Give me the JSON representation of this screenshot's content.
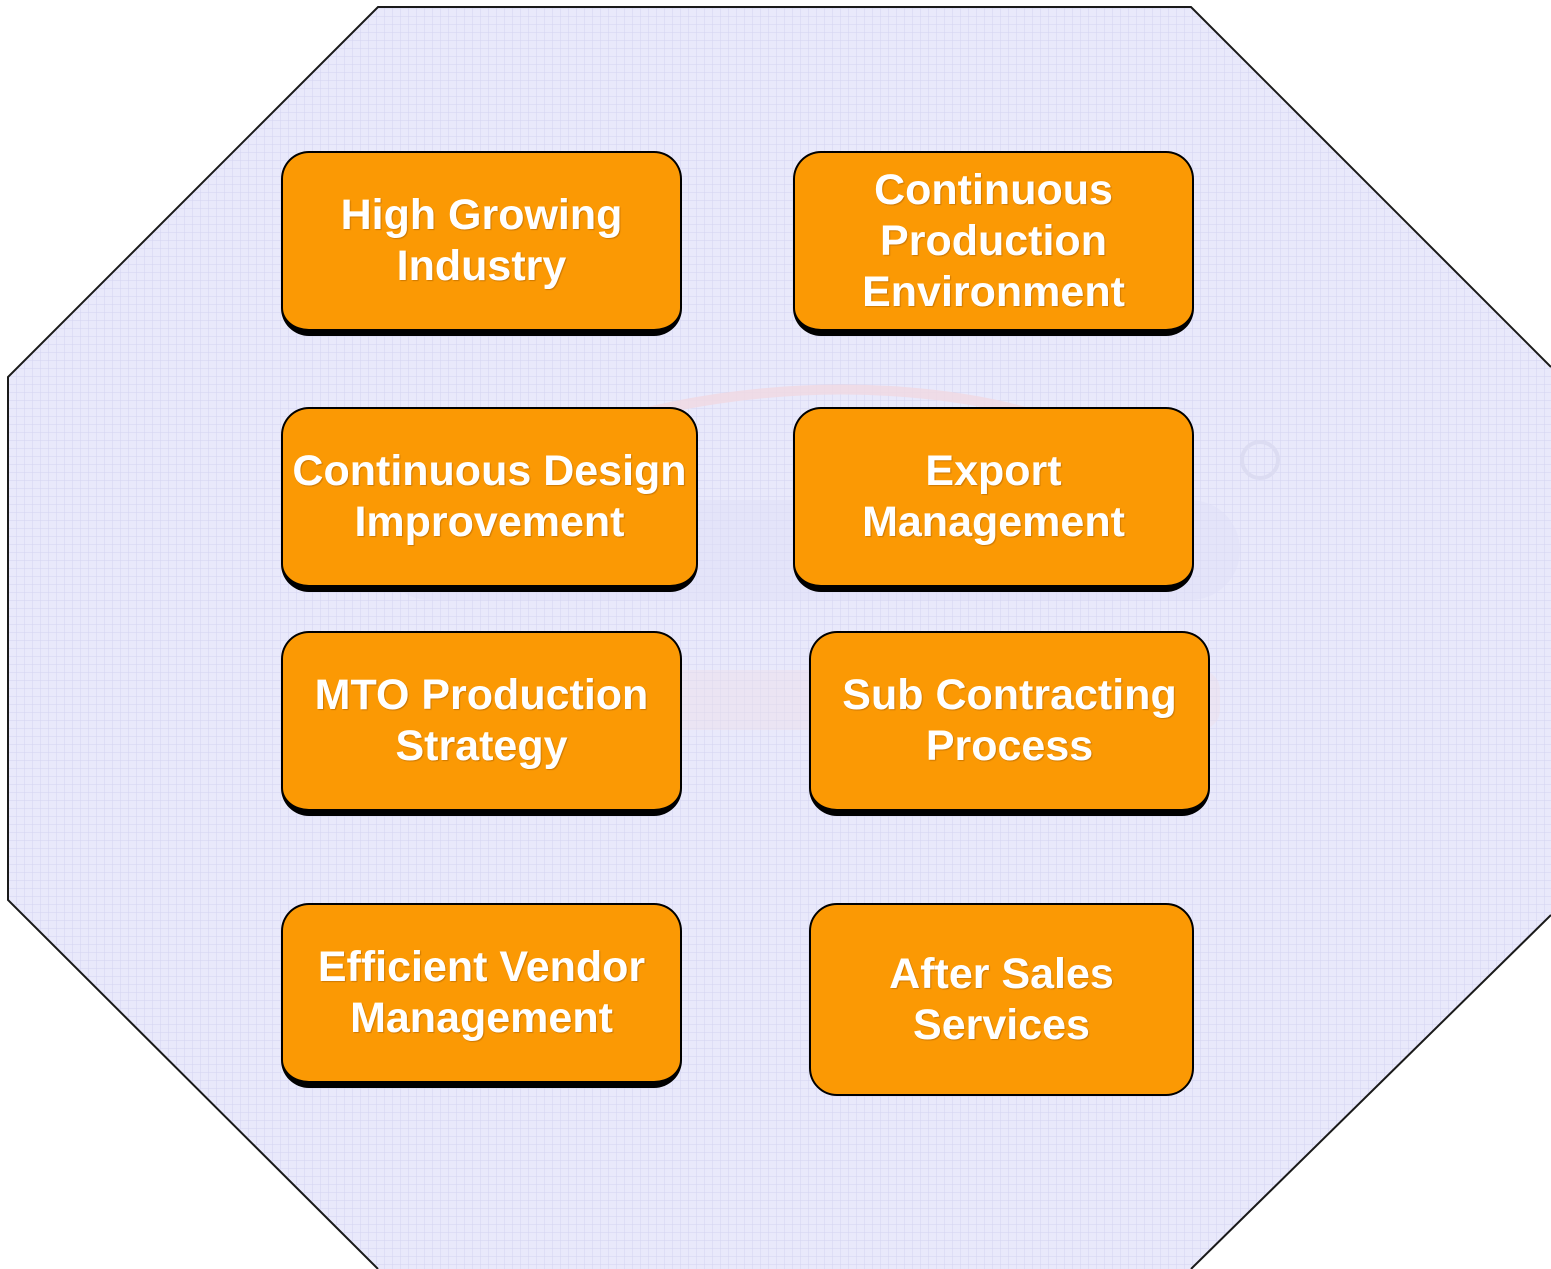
{
  "colors": {
    "octagon_fill": "#E9E9FB",
    "octagon_grid": "#D4D4F0",
    "octagon_border": "#1a1a1a",
    "card_fill": "#FB9904",
    "card_border": "#000000",
    "card_text": "#FFFFFF",
    "watermark": "#CFCFF0"
  },
  "background": {
    "shape": "octagon",
    "texture": "grid",
    "watermark": "logo"
  },
  "cards": [
    {
      "label": "High Growing\nIndustry"
    },
    {
      "label": "Continuous\nProduction\nEnvironment"
    },
    {
      "label": "Continuous Design\nImprovement"
    },
    {
      "label": "Export\nManagement"
    },
    {
      "label": "MTO Production\nStrategy"
    },
    {
      "label": "Sub Contracting\nProcess"
    },
    {
      "label": "Efficient Vendor\nManagement"
    },
    {
      "label": "After Sales\nServices"
    }
  ]
}
